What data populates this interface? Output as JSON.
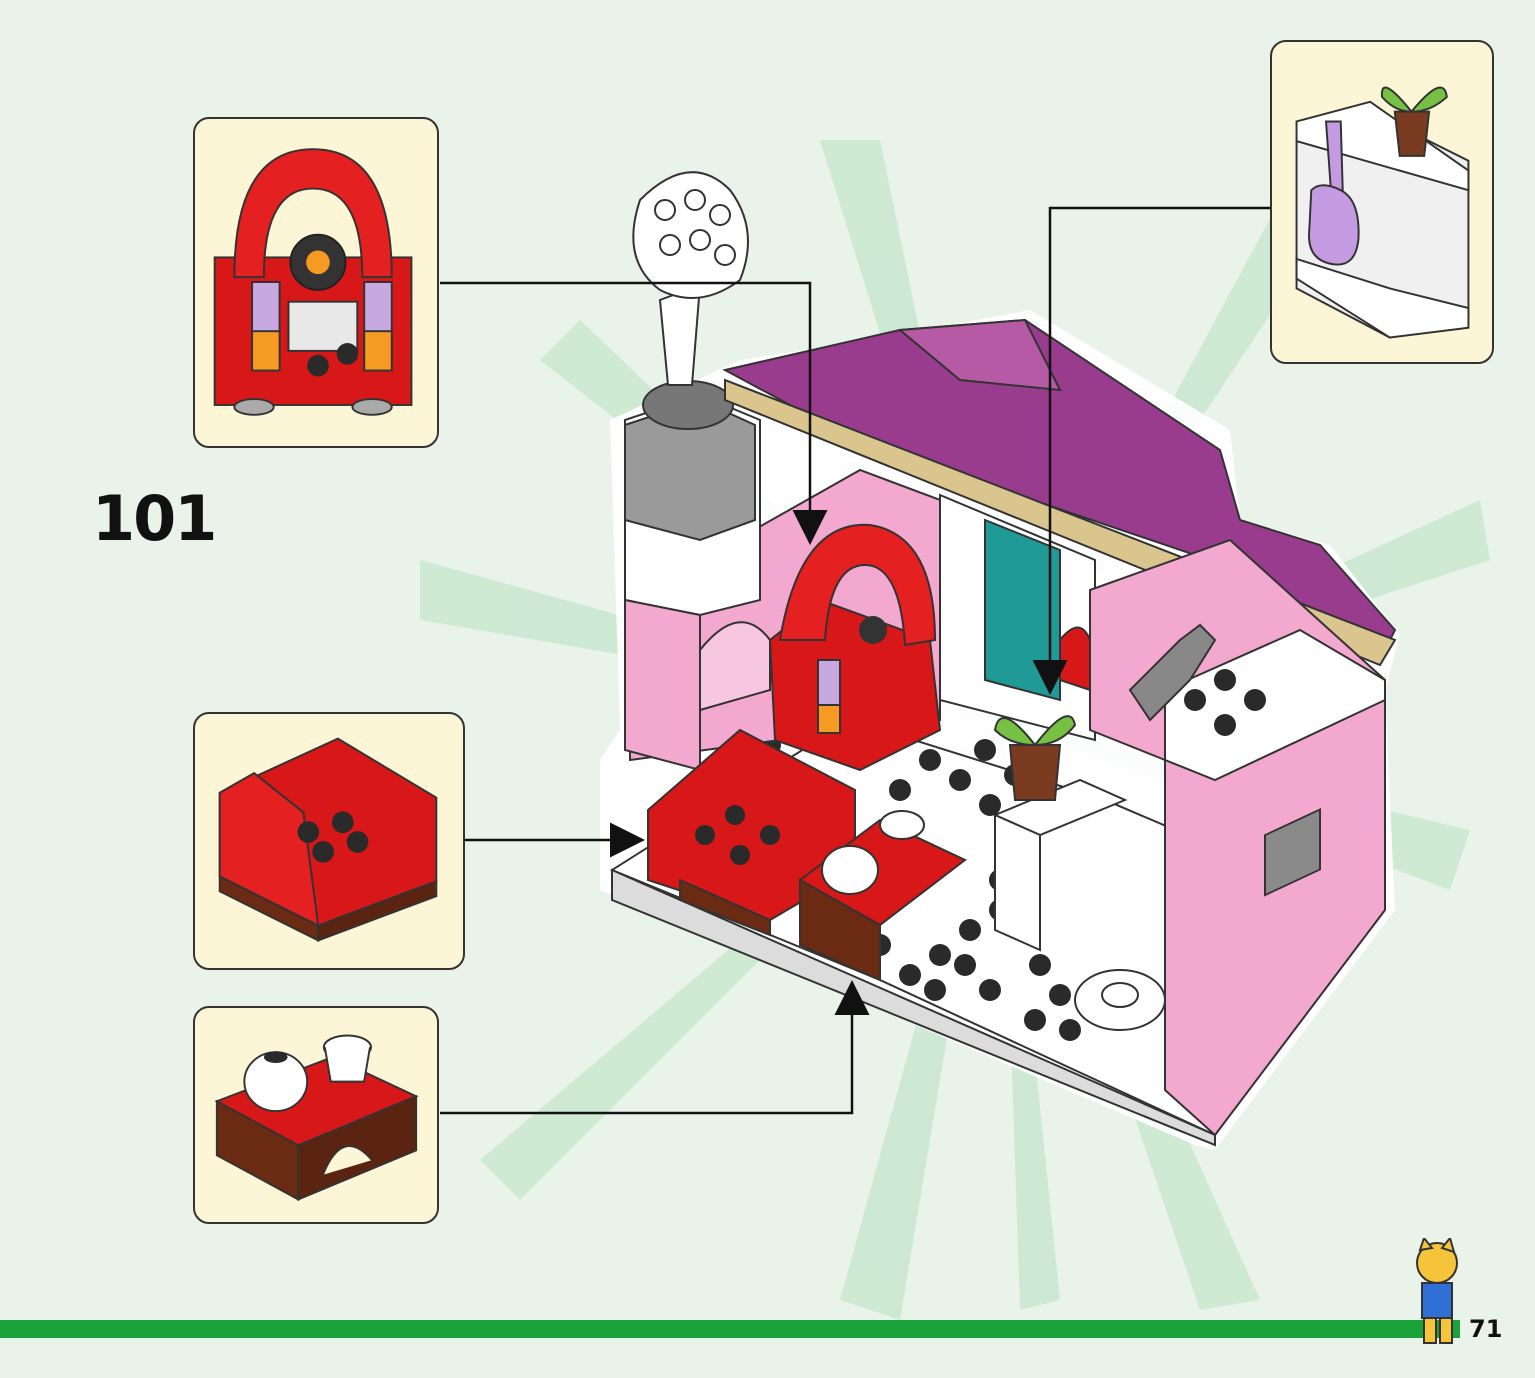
{
  "step": {
    "number": "101"
  },
  "page": {
    "number": "71"
  },
  "colors": {
    "background": "#eaf3ea",
    "callout_fill": "#fdf6d6",
    "brick_red": "#d81818",
    "roof_purple": "#9a3c8e",
    "wall_pink": "#f3a8d0",
    "door_teal": "#1f9a96",
    "bar_green": "#1aa33a"
  },
  "callouts": [
    {
      "id": "jukebox",
      "icon": "jukebox-icon"
    },
    {
      "id": "guitar-shelf",
      "icon": "guitar-icon"
    },
    {
      "id": "sofa",
      "icon": "sofa-icon"
    },
    {
      "id": "tea-table",
      "icon": "teapot-icon"
    }
  ]
}
